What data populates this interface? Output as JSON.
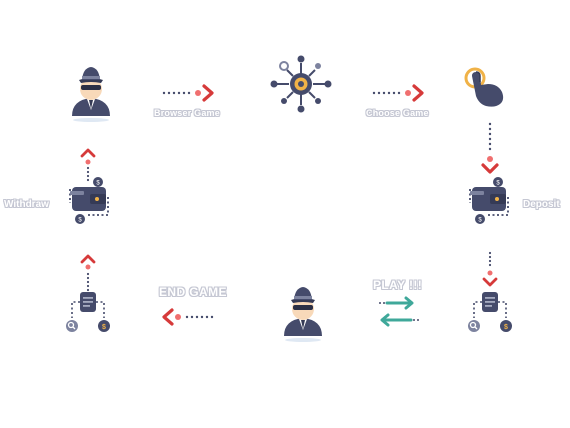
{
  "colors": {
    "navy": "#454b6b",
    "navy_dark": "#353a55",
    "slate": "#7d839f",
    "skin": "#f8d9b9",
    "red": "#d63a3a",
    "red_light": "#f06f6f",
    "gold": "#f0b247",
    "teal": "#3fa89a",
    "label_stroke": "#c5c7d3"
  },
  "labels": {
    "browse_game": "Browser Game",
    "choose_game": "Choose Game",
    "withdraw": "Withdraw",
    "deposit": "Deposit",
    "end_game": "END GAME",
    "play": "PLAY !!!"
  },
  "icons": [
    "spy-icon",
    "network-hub-icon",
    "tap-hand-icon",
    "wallet-icon",
    "document-flow-icon",
    "exchange-arrows-icon",
    "chevron-icon"
  ]
}
